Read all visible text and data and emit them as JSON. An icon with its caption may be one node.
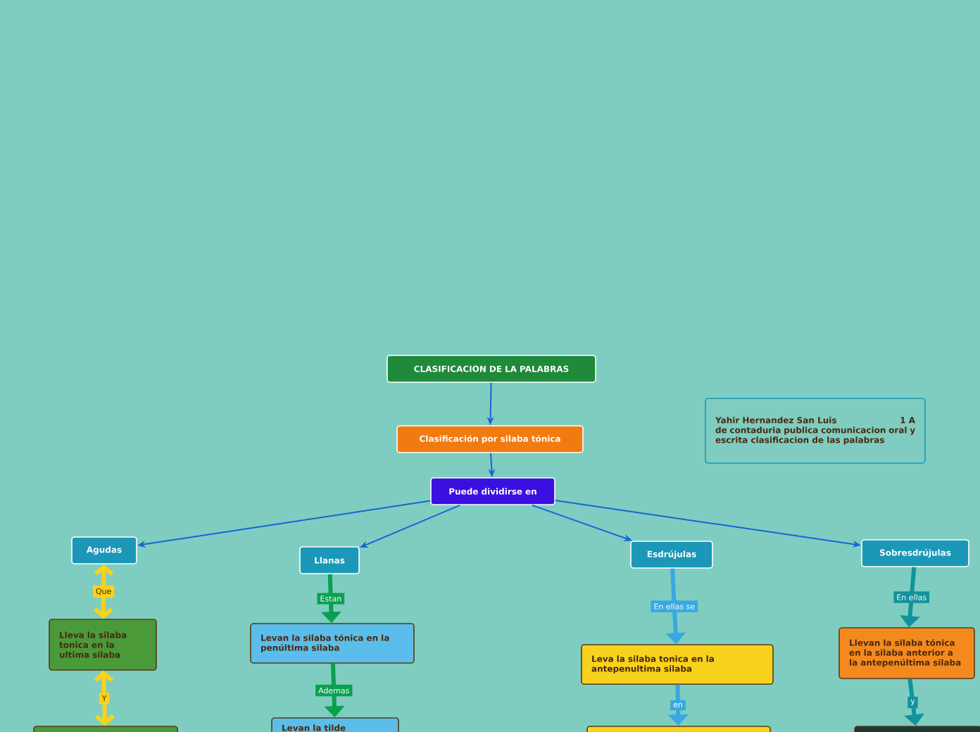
{
  "diagram": {
    "nodes": [
      {
        "text": [
          "CLASIFICACION DE LA PALABRAS"
        ]
      },
      {
        "text": [
          "Clasificación por silaba tónica"
        ]
      },
      {
        "text": [
          "Puede dividirse en"
        ]
      },
      {
        "text": [
          "Agudas"
        ]
      },
      {
        "text": [
          "Llanas"
        ]
      },
      {
        "text": [
          "Esdrújulas"
        ]
      },
      {
        "text": [
          "Sobresdrújulas"
        ]
      },
      {
        "text": [
          "Lleva la silaba tonica en la ultima silaba"
        ]
      },
      {
        "text": [
          "Levan la silaba tónica en la penúltima silaba"
        ]
      },
      {
        "text": [
          "Leva la silaba tonica en la antepenultima silaba"
        ]
      },
      {
        "text": [
          "Llevan la silaba tónica en la silaba anterior a la antepenúltima silaba"
        ]
      },
      {
        "text": [],
        "shape": "box"
      },
      {
        "text": [
          "Levan la tilde"
        ]
      },
      {
        "text": [],
        "shape": "box"
      },
      {
        "text": [],
        "shape": "box"
      },
      {
        "text": [
          "Yahir Hernandez San Luis",
          "1 A",
          "de contaduria publica comunicacion oral y escrita clasificacion  de las palabras"
        ]
      }
    ],
    "edges": [
      {
        "from": 0,
        "to": 1,
        "arrow": "to"
      },
      {
        "from": 1,
        "to": 2,
        "arrow": "to"
      },
      {
        "from": 2,
        "to": 3,
        "arrow": "to"
      },
      {
        "from": 2,
        "to": 4,
        "arrow": "to"
      },
      {
        "from": 2,
        "to": 5,
        "arrow": "to"
      },
      {
        "from": 2,
        "to": 6,
        "arrow": "to"
      },
      {
        "from": 3,
        "to": 7,
        "arrow": "both",
        "label": "Que",
        "color": "#f8d21c"
      },
      {
        "from": 7,
        "to": 11,
        "arrow": "both",
        "label": "Y",
        "color": "#f8d21c"
      },
      {
        "from": 4,
        "to": 8,
        "arrow": "to",
        "label": "Estan",
        "color": "#0aa050"
      },
      {
        "from": 8,
        "to": 12,
        "arrow": "to",
        "label": "Ademas",
        "color": "#0aa050"
      },
      {
        "from": 5,
        "to": 9,
        "arrow": "to",
        "label": "En ellas se",
        "color": "#3aa8e0"
      },
      {
        "from": 9,
        "to": 13,
        "arrow": "to",
        "label": "en",
        "color": "#3aa8e0"
      },
      {
        "from": 6,
        "to": 10,
        "arrow": "to",
        "label": "En ellas",
        "color": "#12939c"
      },
      {
        "from": 10,
        "to": 14,
        "arrow": "to",
        "label": "y",
        "color": "#12939c"
      }
    ]
  }
}
